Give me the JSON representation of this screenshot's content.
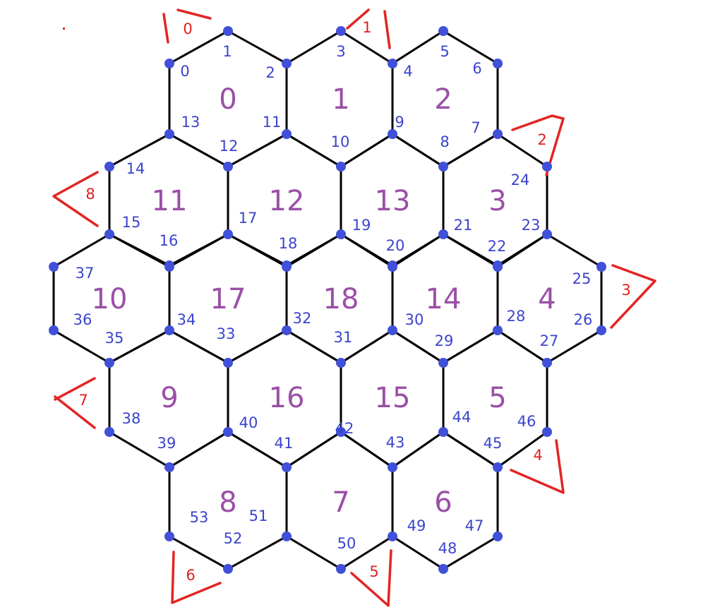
{
  "colors": {
    "edge": "#000000",
    "vertex": "#4050d8",
    "vertex_label": "#3a44cc",
    "tile_label": "#9a4fa6",
    "port": "#e32424",
    "background": "#ffffff"
  },
  "tile_labels": [
    "0",
    "1",
    "2",
    "3",
    "4",
    "5",
    "6",
    "7",
    "8",
    "9",
    "10",
    "11",
    "12",
    "13",
    "14",
    "15",
    "16",
    "17",
    "18"
  ],
  "vertex_labels": [
    "0",
    "1",
    "2",
    "3",
    "4",
    "5",
    "6",
    "7",
    "8",
    "9",
    "10",
    "11",
    "12",
    "13",
    "14",
    "15",
    "16",
    "17",
    "18",
    "19",
    "20",
    "21",
    "22",
    "23",
    "24",
    "25",
    "26",
    "27",
    "28",
    "29",
    "30",
    "31",
    "32",
    "33",
    "34",
    "35",
    "36",
    "37",
    "38",
    "39",
    "40",
    "41",
    "42",
    "43",
    "44",
    "45",
    "46",
    "47",
    "48",
    "49",
    "50",
    "51",
    "52",
    "53"
  ],
  "port_labels": [
    "0",
    "1",
    "2",
    "3",
    "4",
    "5",
    "6",
    "7",
    "8"
  ]
}
